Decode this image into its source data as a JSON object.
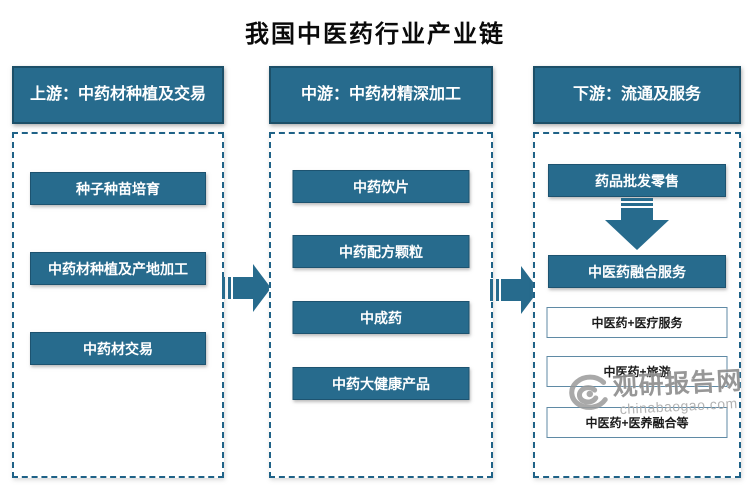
{
  "title": "我国中医药行业产业链",
  "columns": [
    {
      "header": "上游：中药材种植及交易",
      "items": [
        "种子种苗培育",
        "中药材种植及产地加工",
        "中药材交易"
      ]
    },
    {
      "header": "中游：中药材精深加工",
      "items": [
        "中药饮片",
        "中药配方颗粒",
        "中成药",
        "中药大健康产品"
      ]
    },
    {
      "header": "下游：流通及服务",
      "flow_items": [
        "药品批发零售",
        "中医药融合服务"
      ],
      "service_items": [
        "中医药+医疗服务",
        "中医药+旅游",
        "中医药+医养融合等"
      ]
    }
  ],
  "watermark": {
    "brand": "观研报告网",
    "domain": "chinabaogao.com"
  },
  "icons": {
    "between_columns": "striped-right-arrow",
    "within_downstream": "striped-down-arrow",
    "watermark_logo": "swirl-eye-logo"
  },
  "colors": {
    "box_teal": "#276B8D",
    "box_border": "#1C4F68",
    "dashed_border": "#1F6287",
    "service_box_border": "#5F8AA5",
    "watermark_gray": "#8F8F8F",
    "title_text": "#0A0A0A"
  }
}
